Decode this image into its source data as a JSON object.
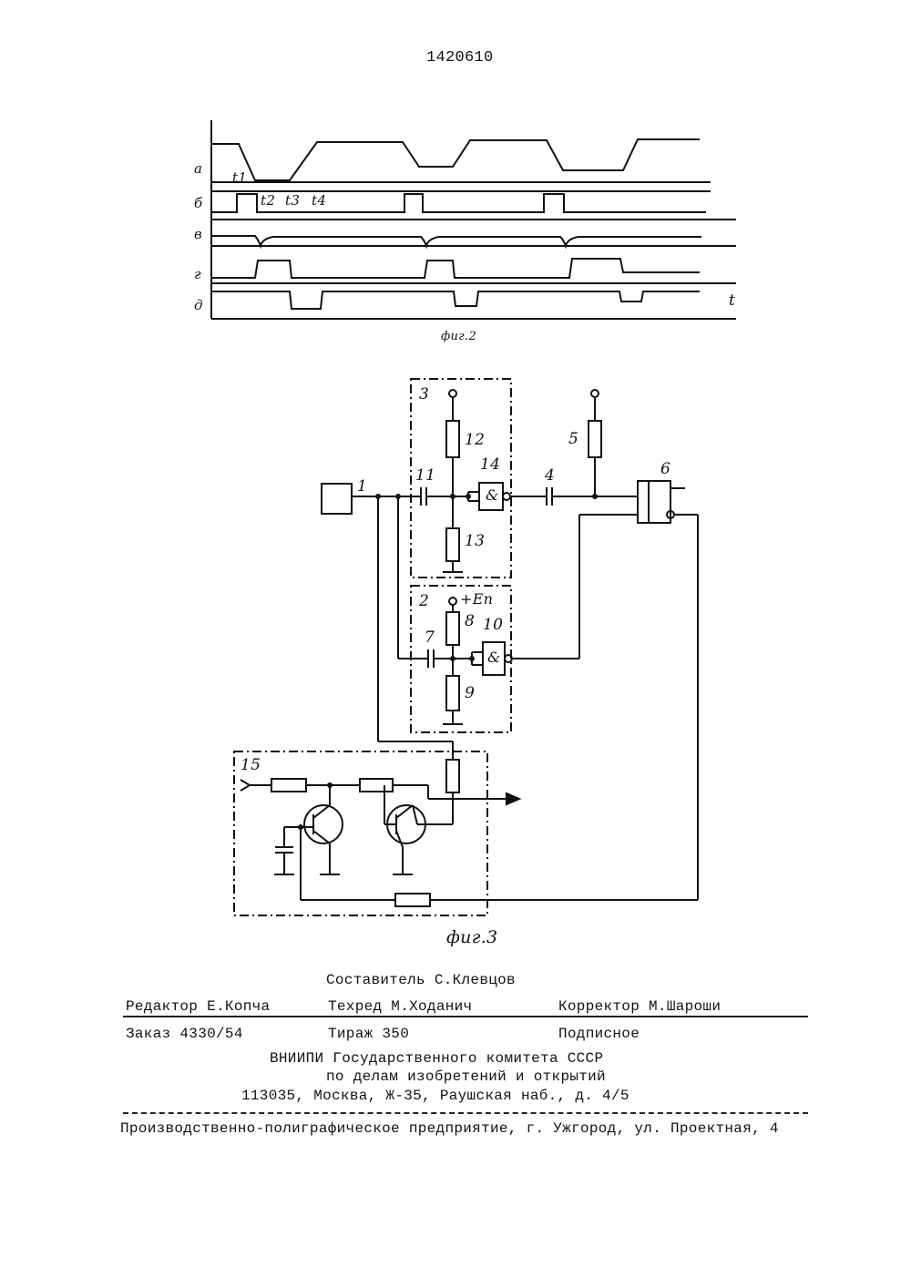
{
  "patent_number": "1420610",
  "fig2": {
    "caption": "фиг.2",
    "row_labels": [
      "а",
      "б",
      "в",
      "г",
      "д"
    ],
    "time_labels": [
      "t1",
      "t2",
      "t3",
      "t4"
    ],
    "axis_label": "t"
  },
  "fig3": {
    "caption": "фиг.3",
    "block_labels": [
      "1",
      "2",
      "3",
      "4",
      "5",
      "6",
      "7",
      "8",
      "9",
      "10",
      "11",
      "12",
      "13",
      "14",
      "15"
    ],
    "supply_label": "+Eп",
    "gate_symbol": "&"
  },
  "footer": {
    "composer": "Составитель С.Клевцов",
    "editor": "Редактор Е.Копча",
    "techred": "Техред М.Ходанич",
    "corrector": "Корректор М.Шароши",
    "order": "Заказ 4330/54",
    "circulation": "Тираж 350",
    "subscription": "Подписное",
    "org_line1": "ВНИИПИ Государственного комитета СССР",
    "org_line2": "по делам изобретений и открытий",
    "org_line3": "113035, Москва, Ж-35, Раушская наб., д. 4/5",
    "printer": "Производственно-полиграфическое предприятие, г. Ужгород, ул. Проектная, 4"
  }
}
